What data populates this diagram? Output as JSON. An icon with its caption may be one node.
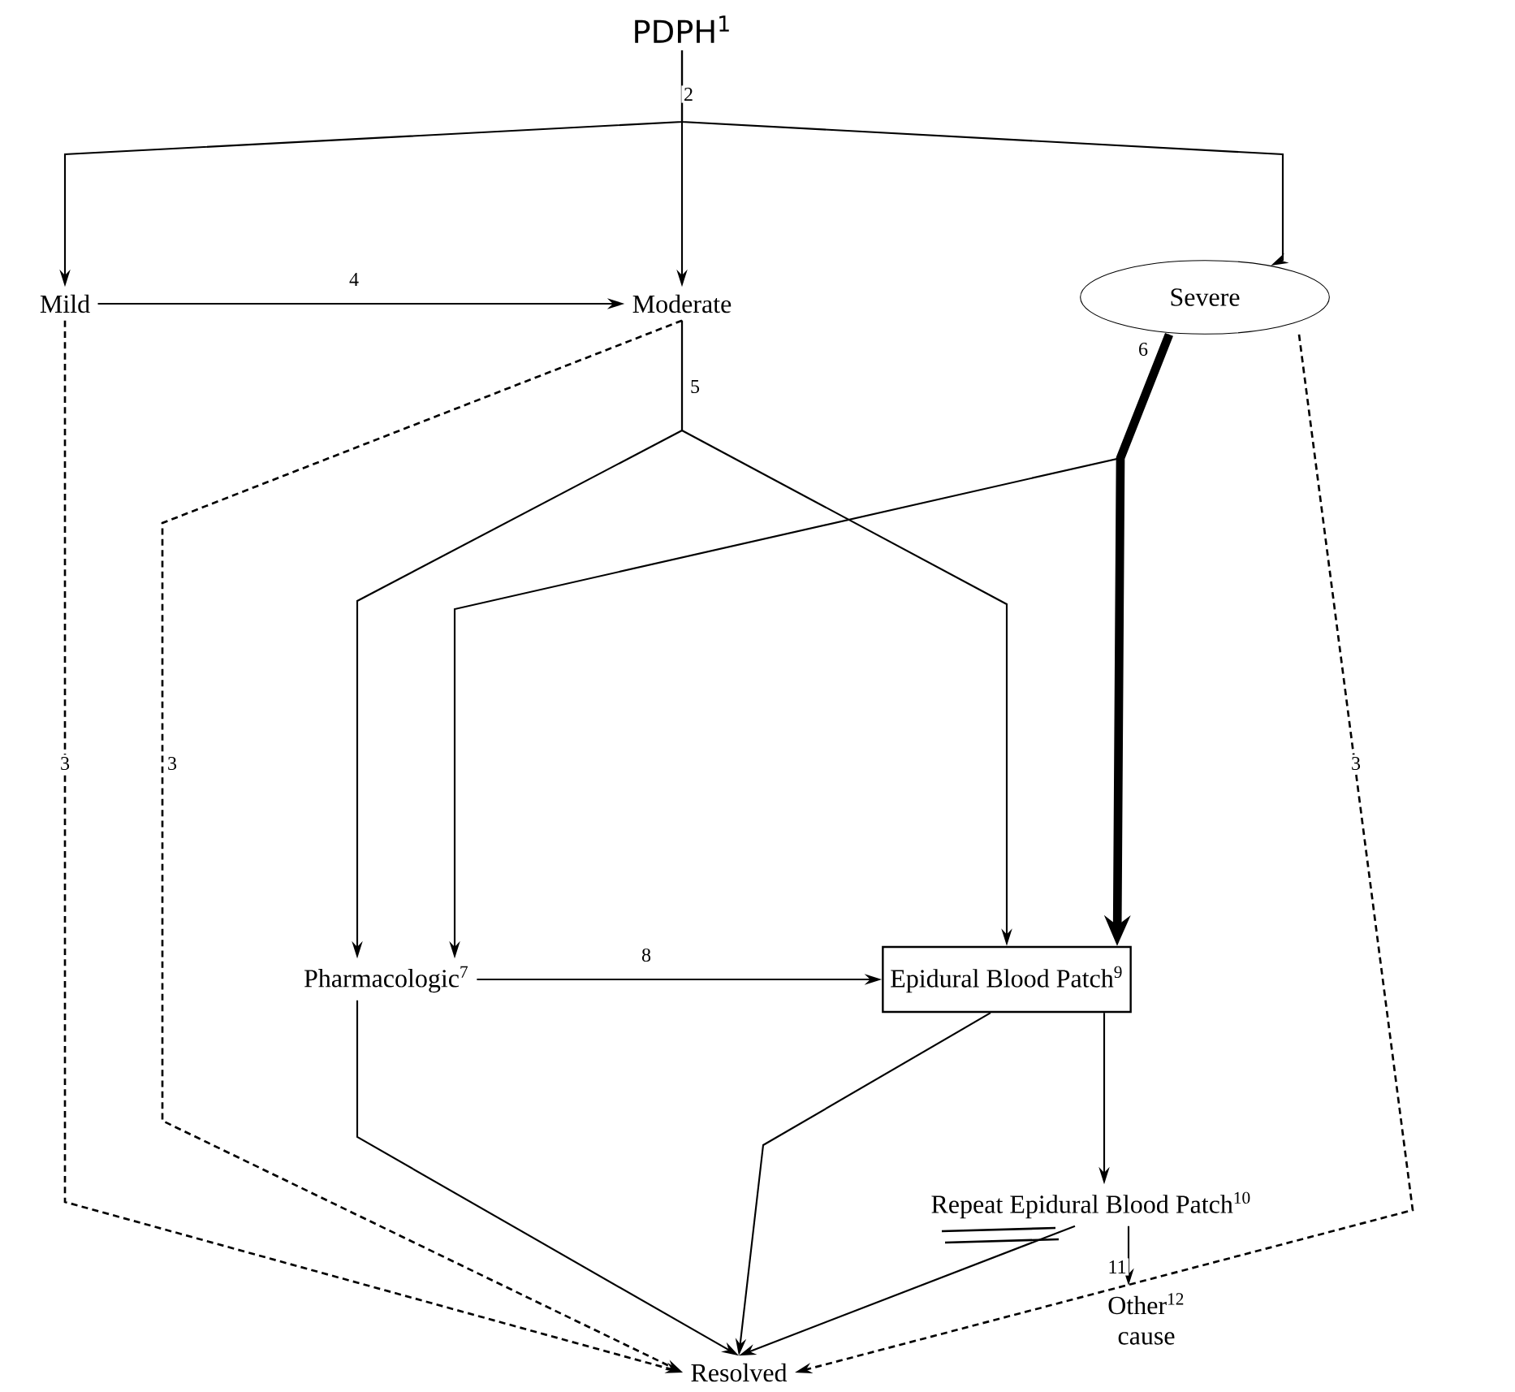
{
  "diagram": {
    "nodes": [
      {
        "text": [
          "PDPH$^{1}$"
        ]
      },
      {
        "text": [
          "Mild"
        ]
      },
      {
        "text": [
          "Moderate"
        ]
      },
      {
        "text": [
          "Severe"
        ]
      },
      {
        "text": [
          "Pharmacologic$^{7}$"
        ]
      },
      {
        "text": [
          "Epidural Blood Patch$^{9}$"
        ]
      },
      {
        "text": [
          "Repeat Epidural Blood Patch$^{10}$"
        ]
      },
      {
        "text": [
          "Other$^{12}$",
          "cause"
        ]
      },
      {
        "text": [
          "Resolved"
        ]
      }
    ],
    "edges": [
      {
        "from": 0,
        "to": 1,
        "arrow": "to",
        "label": "2"
      },
      {
        "from": 0,
        "to": 2,
        "arrow": "to"
      },
      {
        "from": 0,
        "to": 3,
        "arrow": "to"
      },
      {
        "from": 1,
        "to": 2,
        "arrow": "to",
        "label": "4"
      },
      {
        "from": 1,
        "to": 8,
        "arrow": "to",
        "style": "dashed",
        "label": "3"
      },
      {
        "from": 2,
        "to": 8,
        "arrow": "to",
        "style": "dashed",
        "label": "3"
      },
      {
        "from": 3,
        "to": 8,
        "arrow": "to",
        "style": "dashed",
        "label": "3"
      },
      {
        "from": 2,
        "to": 4,
        "arrow": "to",
        "label": "5"
      },
      {
        "from": 2,
        "to": 5,
        "arrow": "to"
      },
      {
        "from": 3,
        "to": 4,
        "arrow": "to",
        "label": "6"
      },
      {
        "from": 3,
        "to": 5,
        "arrow": "to",
        "style": "thick"
      },
      {
        "from": 4,
        "to": 5,
        "arrow": "to",
        "label": "8"
      },
      {
        "from": 4,
        "to": 8,
        "arrow": "to"
      },
      {
        "from": 5,
        "to": 8,
        "arrow": "to"
      },
      {
        "from": 5,
        "to": 6,
        "arrow": "to"
      },
      {
        "from": 6,
        "to": 8,
        "arrow": "to"
      },
      {
        "from": 6,
        "to": 7,
        "arrow": "to",
        "label": "11"
      }
    ]
  }
}
